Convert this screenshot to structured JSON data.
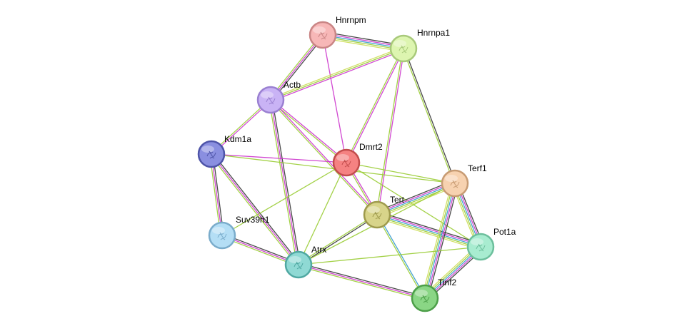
{
  "network": {
    "nodes": [
      {
        "id": "hnrnpm",
        "label": "Hnrnpm",
        "color": "#f7b7b7",
        "stroke": "#c98585"
      },
      {
        "id": "hnrnpa1",
        "label": "Hnrnpa1",
        "color": "#ddf5b0",
        "stroke": "#a8c97a"
      },
      {
        "id": "actb",
        "label": "Actb",
        "color": "#c9b3f5",
        "stroke": "#9a80d1"
      },
      {
        "id": "kdm1a",
        "label": "Kdm1a",
        "color": "#8a8fe0",
        "stroke": "#4e54a8"
      },
      {
        "id": "dmrt2",
        "label": "Dmrt2",
        "color": "#f58282",
        "stroke": "#c24c4c"
      },
      {
        "id": "terf1",
        "label": "Terf1",
        "color": "#f7d2b0",
        "stroke": "#c79b73"
      },
      {
        "id": "tert",
        "label": "Tert",
        "color": "#d8d48a",
        "stroke": "#9e9a4c"
      },
      {
        "id": "suv39h1",
        "label": "Suv39h1",
        "color": "#b4def5",
        "stroke": "#7aaccb"
      },
      {
        "id": "pot1a",
        "label": "Pot1a",
        "color": "#a8ecd0",
        "stroke": "#6cbf9c"
      },
      {
        "id": "atrx",
        "label": "Atrx",
        "color": "#8fd9d4",
        "stroke": "#4fa8a2"
      },
      {
        "id": "tinf2",
        "label": "Tinf2",
        "color": "#8ad685",
        "stroke": "#4c9e48"
      }
    ],
    "edges": [
      {
        "a": "hnrnpm",
        "b": "hnrnpa1",
        "colors": [
          "#333333",
          "#cc33cc",
          "#3399cc",
          "#99cc33",
          "#ccdd55"
        ]
      },
      {
        "a": "hnrnpm",
        "b": "actb",
        "colors": [
          "#333333",
          "#cc33cc",
          "#99cc33"
        ]
      },
      {
        "a": "hnrnpm",
        "b": "dmrt2",
        "colors": [
          "#cc33cc"
        ]
      },
      {
        "a": "hnrnpa1",
        "b": "actb",
        "colors": [
          "#cc33cc",
          "#99cc33",
          "#ccdd55"
        ]
      },
      {
        "a": "hnrnpa1",
        "b": "dmrt2",
        "colors": [
          "#cc33cc",
          "#99cc33"
        ]
      },
      {
        "a": "hnrnpa1",
        "b": "tert",
        "colors": [
          "#cc33cc",
          "#99cc33"
        ]
      },
      {
        "a": "hnrnpa1",
        "b": "terf1",
        "colors": [
          "#333333",
          "#99cc33"
        ]
      },
      {
        "a": "actb",
        "b": "kdm1a",
        "colors": [
          "#cc33cc",
          "#99cc33"
        ]
      },
      {
        "a": "actb",
        "b": "dmrt2",
        "colors": [
          "#cc33cc",
          "#99cc33"
        ]
      },
      {
        "a": "actb",
        "b": "tert",
        "colors": [
          "#cc33cc",
          "#99cc33"
        ]
      },
      {
        "a": "actb",
        "b": "atrx",
        "colors": [
          "#333333",
          "#cc33cc",
          "#99cc33"
        ]
      },
      {
        "a": "kdm1a",
        "b": "dmrt2",
        "colors": [
          "#cc33cc"
        ]
      },
      {
        "a": "kdm1a",
        "b": "suv39h1",
        "colors": [
          "#333333",
          "#cc33cc",
          "#99cc33"
        ]
      },
      {
        "a": "kdm1a",
        "b": "atrx",
        "colors": [
          "#333333",
          "#cc33cc",
          "#99cc33"
        ]
      },
      {
        "a": "kdm1a",
        "b": "terf1",
        "colors": [
          "#99cc33"
        ]
      },
      {
        "a": "dmrt2",
        "b": "tert",
        "colors": [
          "#cc33cc",
          "#99cc33"
        ]
      },
      {
        "a": "dmrt2",
        "b": "terf1",
        "colors": [
          "#99cc33"
        ]
      },
      {
        "a": "dmrt2",
        "b": "suv39h1",
        "colors": [
          "#99cc33"
        ]
      },
      {
        "a": "dmrt2",
        "b": "atrx",
        "colors": [
          "#99cc33"
        ]
      },
      {
        "a": "dmrt2",
        "b": "pot1a",
        "colors": [
          "#99cc33"
        ]
      },
      {
        "a": "tert",
        "b": "terf1",
        "colors": [
          "#333333",
          "#cc33cc",
          "#3399cc",
          "#99cc33",
          "#ccdd55"
        ]
      },
      {
        "a": "tert",
        "b": "pot1a",
        "colors": [
          "#333333",
          "#cc33cc",
          "#3399cc",
          "#99cc33",
          "#ccdd55"
        ]
      },
      {
        "a": "tert",
        "b": "tinf2",
        "colors": [
          "#3399cc",
          "#99cc33"
        ]
      },
      {
        "a": "tert",
        "b": "atrx",
        "colors": [
          "#333333",
          "#99cc33"
        ]
      },
      {
        "a": "terf1",
        "b": "pot1a",
        "colors": [
          "#333333",
          "#cc33cc",
          "#3399cc",
          "#99cc33",
          "#ccdd55"
        ]
      },
      {
        "a": "terf1",
        "b": "tinf2",
        "colors": [
          "#333333",
          "#cc33cc",
          "#3399cc",
          "#99cc33",
          "#ccdd55"
        ]
      },
      {
        "a": "terf1",
        "b": "atrx",
        "colors": [
          "#99cc33"
        ]
      },
      {
        "a": "pot1a",
        "b": "tinf2",
        "colors": [
          "#333333",
          "#cc33cc",
          "#3399cc",
          "#99cc33",
          "#ccdd55"
        ]
      },
      {
        "a": "suv39h1",
        "b": "atrx",
        "colors": [
          "#333333",
          "#cc33cc",
          "#99cc33"
        ]
      },
      {
        "a": "atrx",
        "b": "tinf2",
        "colors": [
          "#333333",
          "#cc33cc",
          "#99cc33"
        ]
      },
      {
        "a": "atrx",
        "b": "pot1a",
        "colors": [
          "#99cc33"
        ]
      }
    ]
  }
}
